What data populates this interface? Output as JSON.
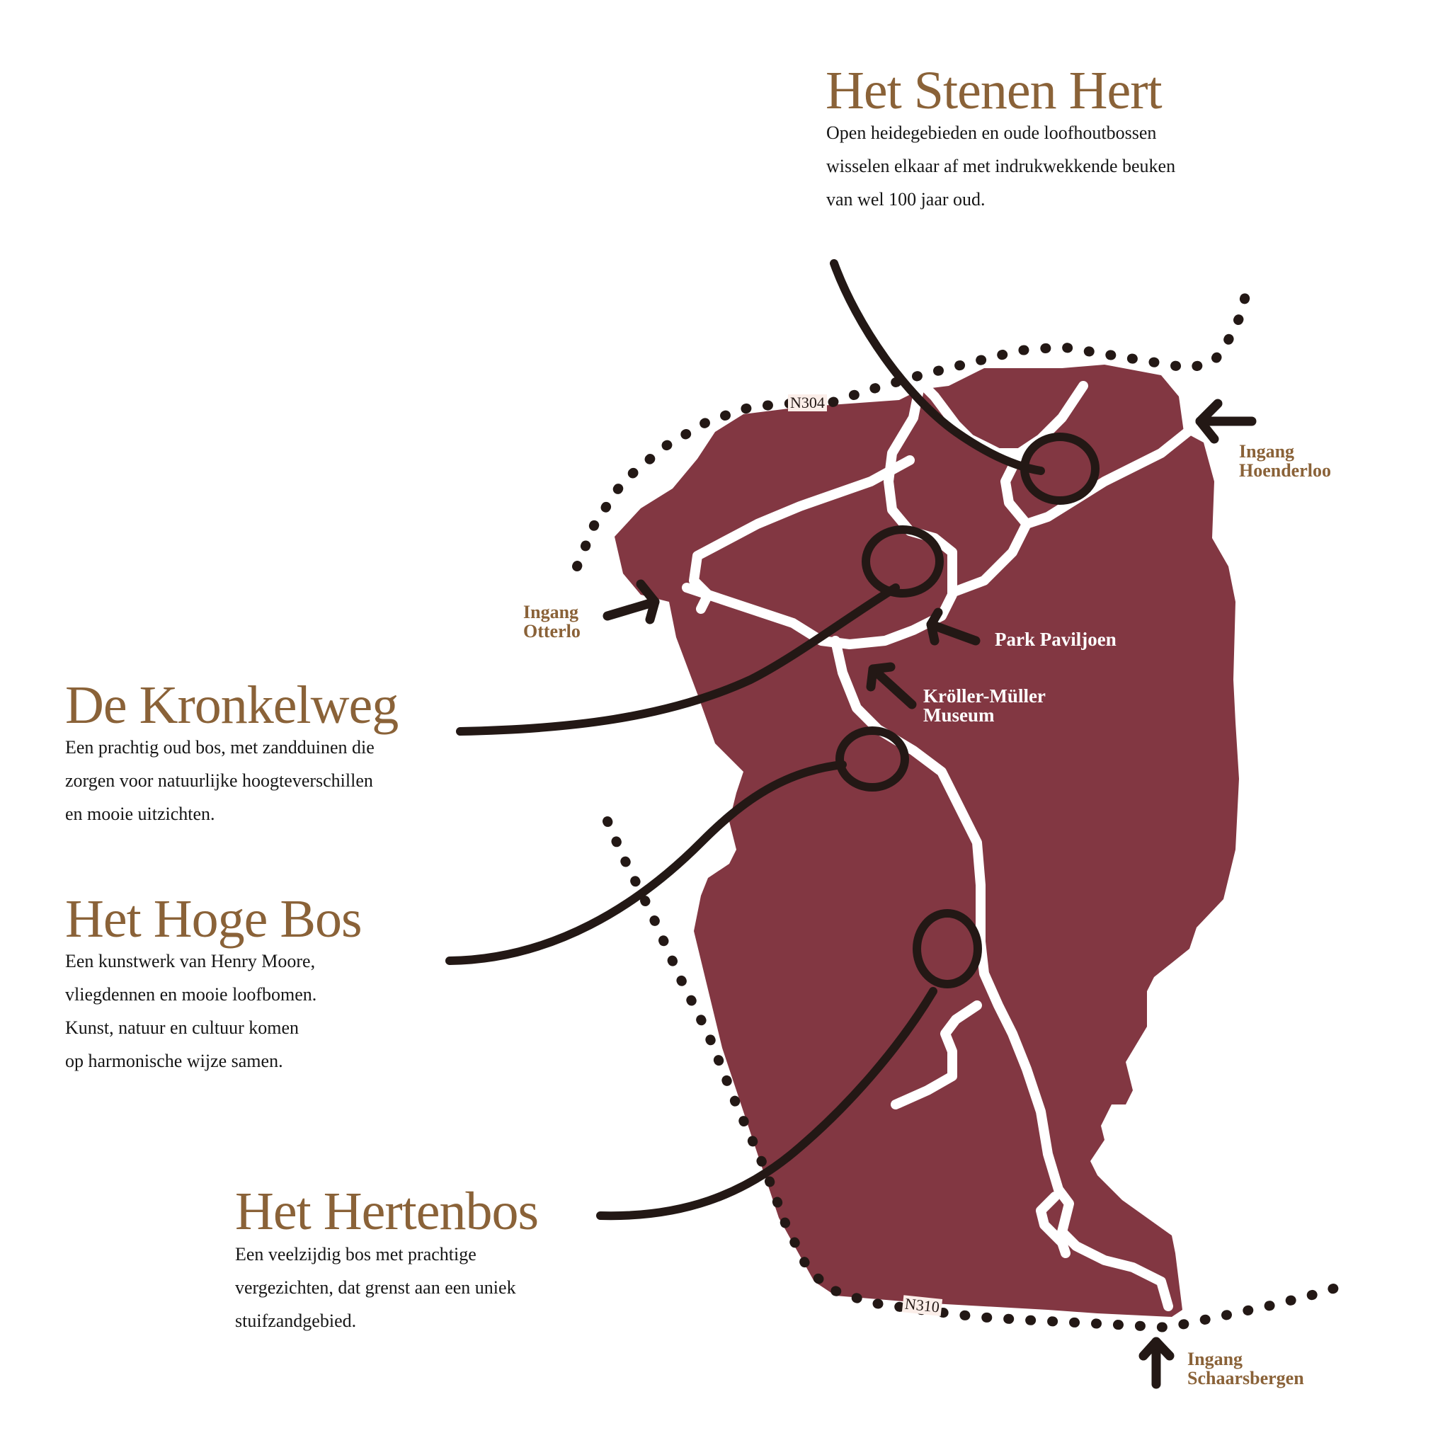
{
  "colors": {
    "park_fill": "#823742",
    "heading": "#8a6238",
    "body_text": "#161616",
    "ink": "#231815",
    "road_label_bg": "#fbeee9",
    "path": "#ffffff"
  },
  "areas": [
    {
      "id": "het-stenen-hert",
      "title": "Het Stenen Hert",
      "description": [
        "Open heidegebieden en oude loofhoutbossen",
        "wisselen elkaar af met indrukwekkende beuken",
        "van wel 100 jaar oud."
      ]
    },
    {
      "id": "de-kronkelweg",
      "title": "De Kronkelweg",
      "description": [
        "Een prachtig oud bos, met zandduinen die",
        "zorgen voor natuurlijke hoogteverschillen",
        "en mooie uitzichten."
      ]
    },
    {
      "id": "het-hoge-bos",
      "title": "Het Hoge Bos",
      "description": [
        "Een kunstwerk van Henry Moore,",
        "vliegdennen en mooie loofbomen.",
        "Kunst, natuur en cultuur komen",
        "op harmonische wijze samen."
      ]
    },
    {
      "id": "het-hertenbos",
      "title": "Het Hertenbos",
      "description": [
        "Een veelzijdig bos met prachtige",
        "vergezichten, dat grenst aan een uniek",
        "stuifzandgebied."
      ]
    }
  ],
  "entrances": [
    {
      "id": "hoenderloo",
      "line1": "Ingang",
      "line2": "Hoenderloo",
      "icon": "arrow-left-icon"
    },
    {
      "id": "otterlo",
      "line1": "Ingang",
      "line2": "Otterlo",
      "icon": "arrow-right-icon"
    },
    {
      "id": "schaarsbergen",
      "line1": "Ingang",
      "line2": "Schaarsbergen",
      "icon": "arrow-up-icon"
    }
  ],
  "points_of_interest": [
    {
      "id": "park-paviljoen",
      "line1": "Park Paviljoen",
      "icon": "arrow-up-left-icon"
    },
    {
      "id": "kroller-muller-museum",
      "line1": "Kröller-Müller",
      "line2": "Museum",
      "icon": "arrow-up-left-icon"
    }
  ],
  "roads": [
    {
      "id": "n304",
      "label": "N304"
    },
    {
      "id": "n310",
      "label": "N310"
    }
  ]
}
